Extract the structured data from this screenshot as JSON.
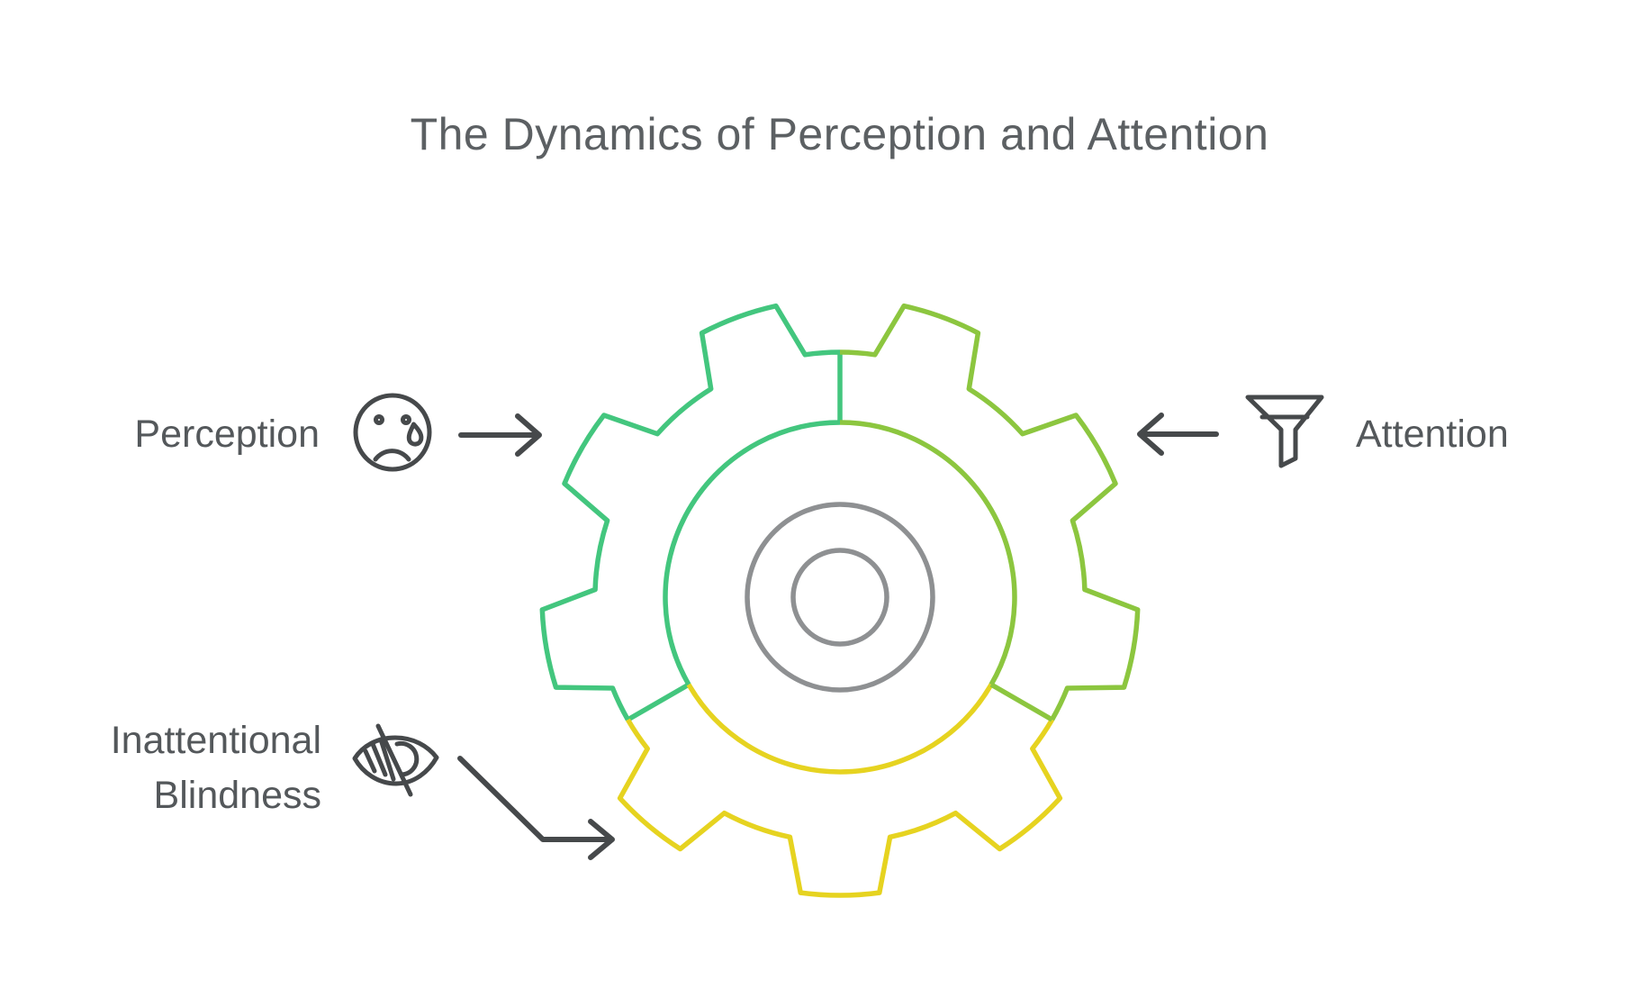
{
  "title": "The Dynamics of Perception and Attention",
  "colors": {
    "green": "#43C67E",
    "yellow_green": "#8CC63F",
    "yellow": "#E6D320",
    "circle_gray": "#8E9092",
    "icon_dark": "#46494B",
    "title_text": "#5C6063",
    "label_text": "#54585B"
  },
  "nodes": [
    {
      "id": "perception",
      "label": "Perception",
      "icon": "sad-face-icon",
      "color": "#43C67E",
      "position": "left"
    },
    {
      "id": "attention",
      "label": "Attention",
      "icon": "funnel-icon",
      "color": "#8CC63F",
      "position": "right"
    },
    {
      "id": "inattentional-blindness",
      "label": "Inattentional Blindness",
      "icon": "eye-off-icon",
      "color": "#E6D320",
      "position": "bottom-left"
    }
  ],
  "gear": {
    "segments": [
      {
        "id": "perception",
        "color": "#43C67E",
        "start_deg": 90,
        "end_deg": 210,
        "radials": [
          90,
          210
        ]
      },
      {
        "id": "inattentional-blindness",
        "color": "#E6D320",
        "start_deg": 210,
        "end_deg": 330,
        "radials": []
      },
      {
        "id": "attention",
        "color": "#8CC63F",
        "start_deg": 330,
        "end_deg": 450,
        "radials": [
          330
        ]
      }
    ]
  }
}
